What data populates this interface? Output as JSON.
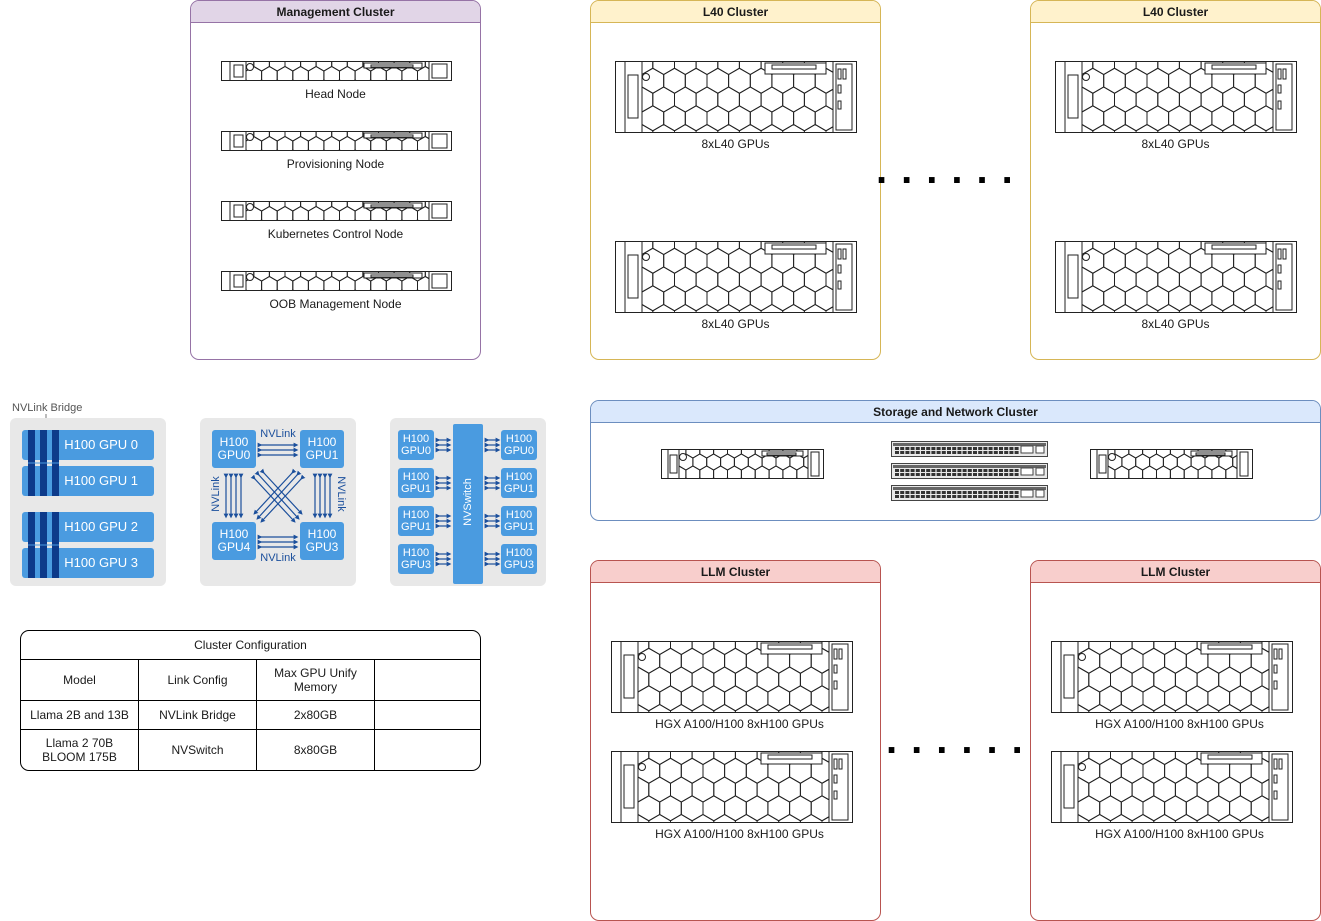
{
  "management": {
    "title": "Management Cluster",
    "nodes": [
      "Head Node",
      "Provisioning Node",
      "Kubernetes Control Node",
      "OOB Management Node"
    ]
  },
  "l40_clusters": [
    {
      "title": "L40 Cluster",
      "servers": [
        "8xL40 GPUs",
        "8xL40 GPUs"
      ]
    },
    {
      "title": "L40 Cluster",
      "servers": [
        "8xL40 GPUs",
        "8xL40 GPUs"
      ]
    }
  ],
  "storage": {
    "title": "Storage and Network Cluster"
  },
  "llm_clusters": [
    {
      "title": "LLM Cluster",
      "servers": [
        "HGX A100/H100 8xH100 GPUs",
        "HGX A100/H100 8xH100 GPUs"
      ]
    },
    {
      "title": "LLM Cluster",
      "servers": [
        "HGX A100/H100 8xH100 GPUs",
        "HGX A100/H100 8xH100 GPUs"
      ]
    }
  ],
  "topologies": {
    "bridge": {
      "label": "NVLink Bridge",
      "gpus": [
        "H100 GPU 0",
        "H100 GPU 1",
        "H100 GPU 2",
        "H100 GPU 3"
      ]
    },
    "mesh": {
      "link": "NVLink",
      "gpus": [
        "H100",
        "GPU0",
        "H100",
        "GPU1",
        "H100",
        "GPU4",
        "H100",
        "GPU3"
      ]
    },
    "switch": {
      "switch": "NVSwitch",
      "gpu_word": "H100",
      "left": [
        "GPU0",
        "GPU1",
        "GPU1",
        "GPU3"
      ],
      "right": [
        "GPU0",
        "GPU1",
        "GPU1",
        "GPU3"
      ]
    }
  },
  "config_table": {
    "title": "Cluster Configuration",
    "headers": [
      "Model",
      "Link Config",
      "Max GPU Unify Memory",
      ""
    ],
    "rows": [
      [
        "Llama 2B and 13B",
        "NVLink Bridge",
        "2x80GB",
        ""
      ],
      [
        "Llama 2 70B BLOOM 175B",
        "NVSwitch",
        "8x80GB",
        ""
      ]
    ]
  },
  "ellipsis": "......"
}
